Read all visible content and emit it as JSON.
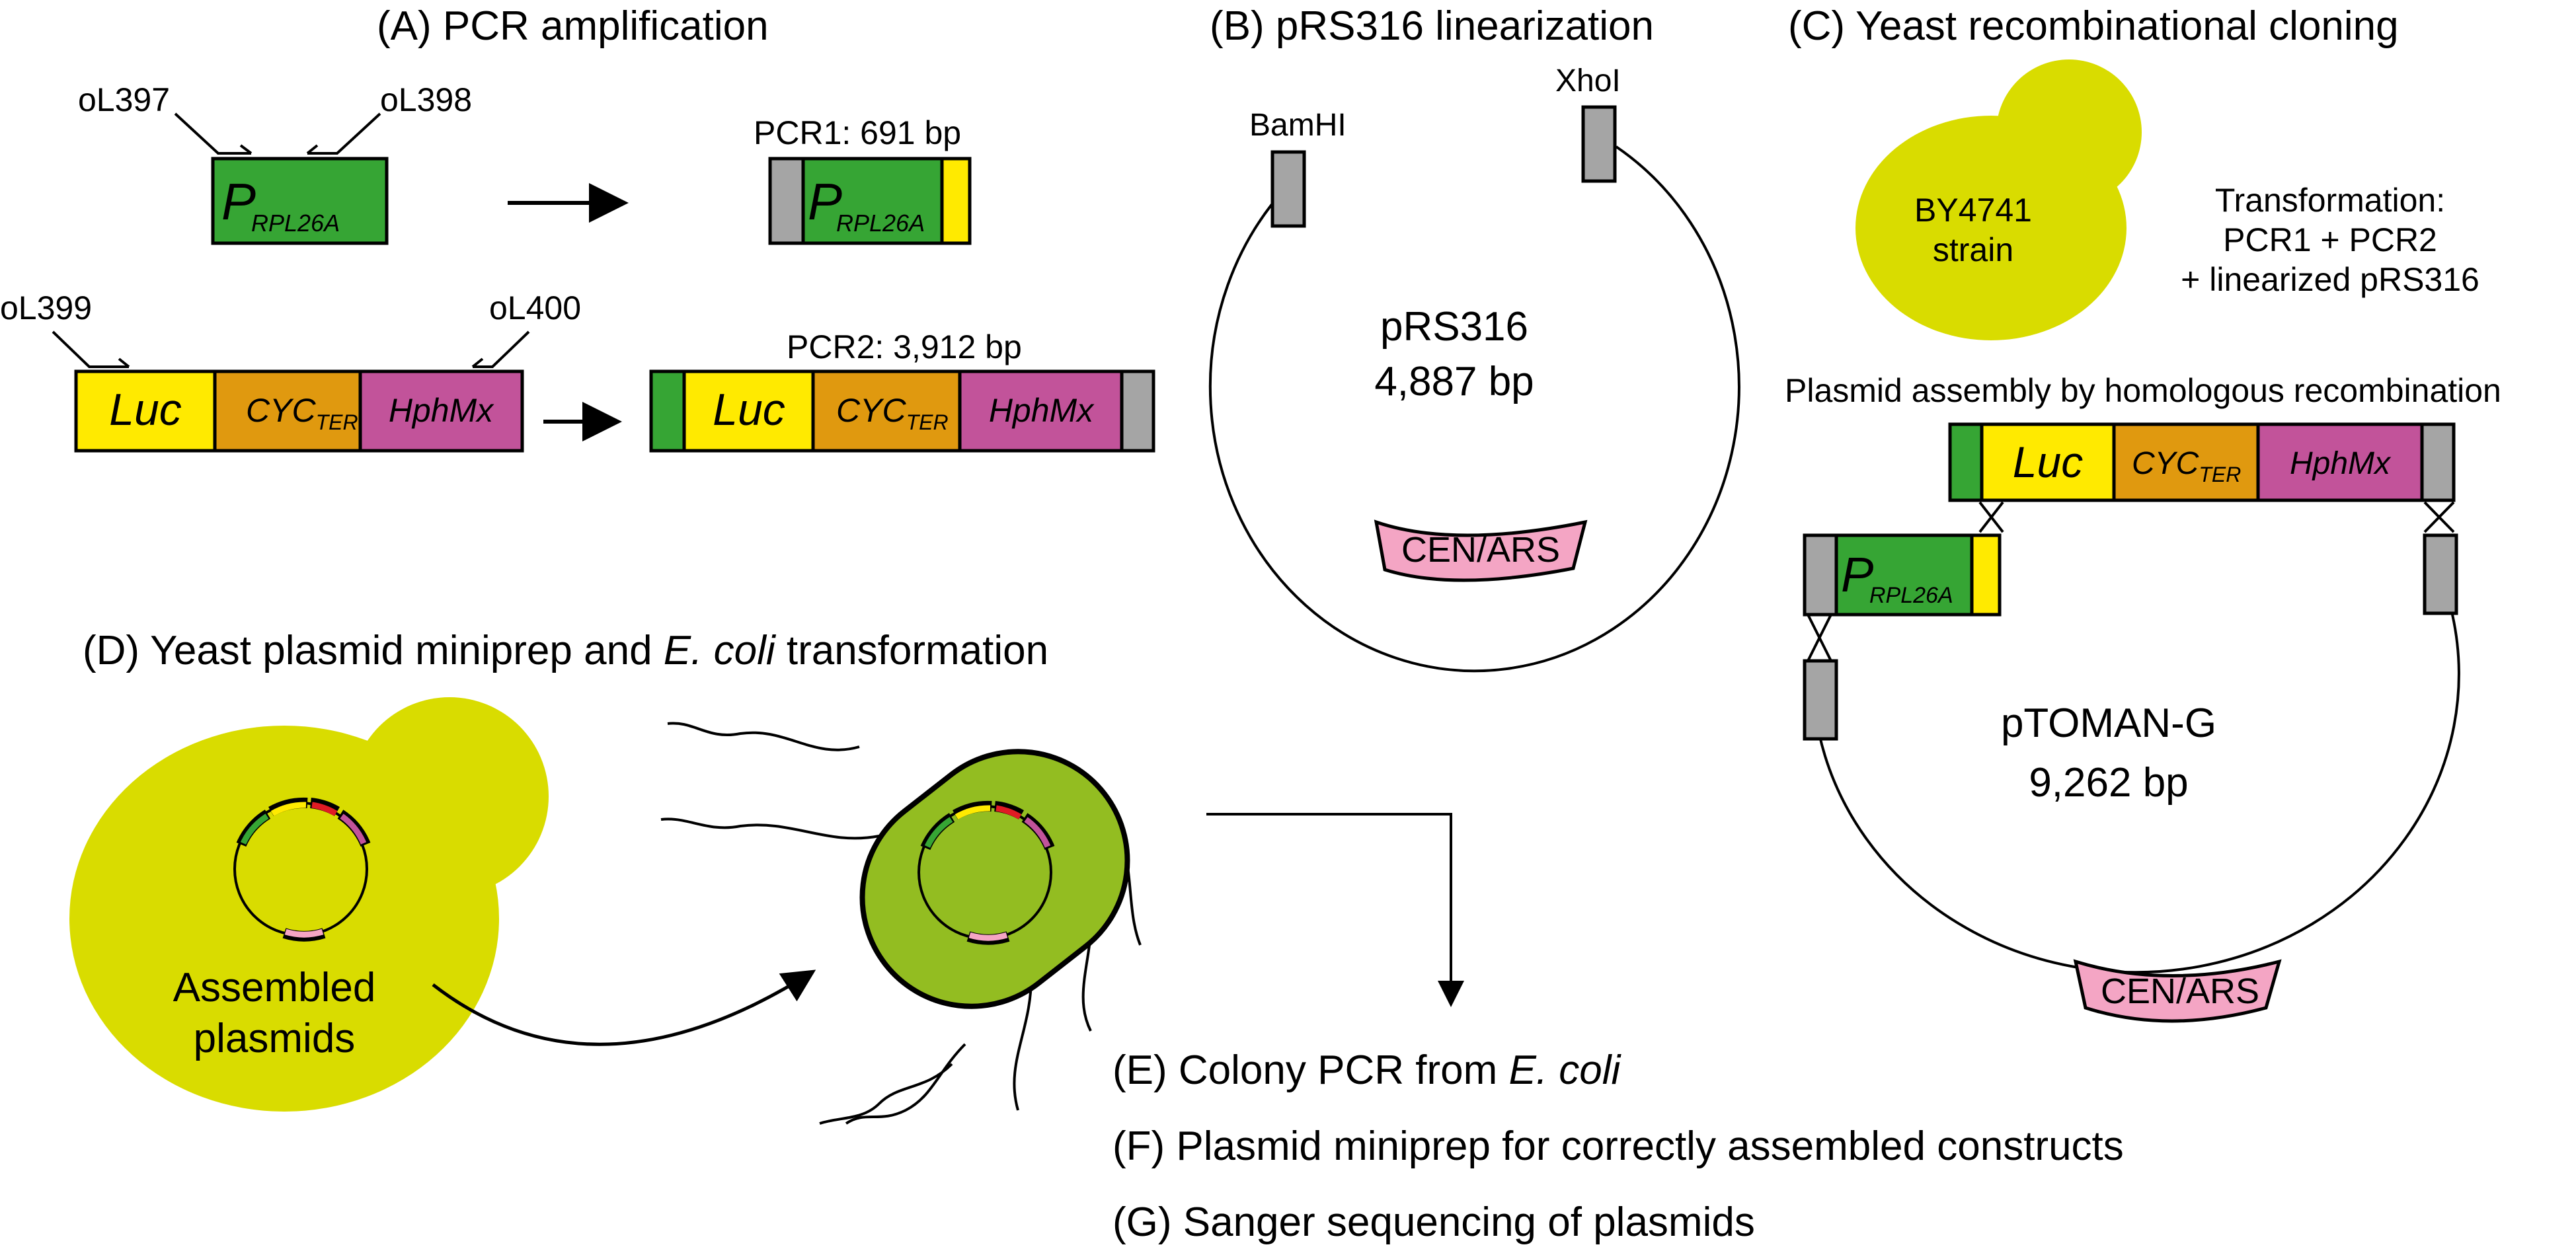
{
  "colors": {
    "promoter_green": "#36a534",
    "luc_yellow": "#ffea00",
    "cyc_orange": "#e0990f",
    "hph_purple": "#c2539a",
    "homology_gray": "#a5a5a5",
    "yeast_yellow": "#d9dc00",
    "ecoli_green": "#93bd21",
    "cen_pink": "#f4a5c4",
    "red": "#e01b24"
  },
  "panel_a": {
    "title": "(A) PCR amplification",
    "primers": {
      "f1": "oL397",
      "r1": "oL398",
      "f2": "oL399",
      "r2": "oL400"
    },
    "promoter": {
      "P": "P",
      "sub": "RPL26A"
    },
    "pcr1_label": "PCR1: 691 bp",
    "pcr2_label": "PCR2: 3,912 bp",
    "luc": "Luc",
    "cyc": {
      "main": "CYC",
      "sub": "TER"
    },
    "hph": "HphMx"
  },
  "panel_b": {
    "title": "(B) pRS316 linearization",
    "site1": "BamHI",
    "site2": "XhoI",
    "plasmid_name": "pRS316",
    "plasmid_size": "4,887 bp",
    "cen": "CEN/ARS"
  },
  "panel_c": {
    "title": "(C) Yeast recombinational cloning",
    "strain_line1": "BY4741",
    "strain_line2": "strain",
    "transform_line1": "Transformation:",
    "transform_line2": "PCR1 + PCR2",
    "transform_line3": "+ linearized pRS316",
    "assembly_label": "Plasmid assembly by homologous recombination",
    "plasmid_name": "pTOMAN-G",
    "plasmid_size": "9,262 bp",
    "cen": "CEN/ARS"
  },
  "panel_d": {
    "title_prefix": "(D) Yeast plasmid miniprep and ",
    "title_italic": "E. coli",
    "title_suffix": " transformation",
    "yeast_line1": "Assembled",
    "yeast_line2": "plasmids"
  },
  "steps": {
    "e_prefix": "(E)  Colony PCR from ",
    "e_italic": "E. coli",
    "f": "(F)  Plasmid miniprep for correctly assembled constructs",
    "g": "(G)  Sanger sequencing of plasmids"
  }
}
